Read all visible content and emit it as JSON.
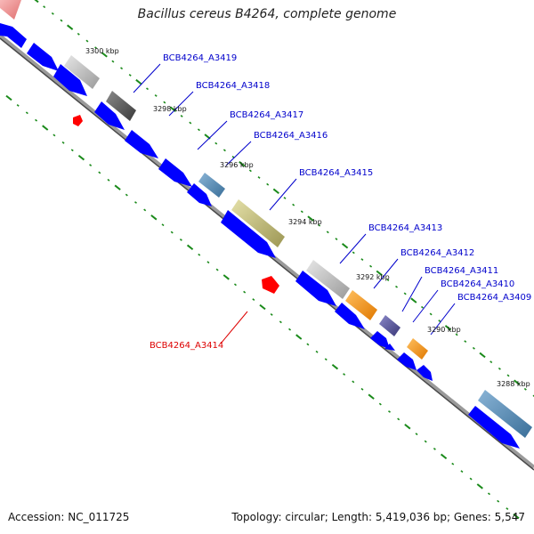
{
  "title": "Bacillus cereus B4264, complete genome",
  "footer": {
    "accession": "Accession: NC_011725",
    "topology": "Topology: circular; Length: 5,419,036 bp; Genes: 5,547"
  },
  "colors": {
    "backbone": "#808080",
    "cds": "#0000ff",
    "gc_tick": "#1a8a1a",
    "label": "#0000cc",
    "highlight_label": "#dd0000",
    "highlight_gene": "#ff0000"
  },
  "kbp_ticks": [
    "3300 kbp",
    "3298 kbp",
    "3296 kbp",
    "3294 kbp",
    "3292 kbp",
    "3290 kbp",
    "3288 kbp"
  ],
  "gene_labels": [
    {
      "text": "BCB4264_A3419",
      "color": "#0000cc"
    },
    {
      "text": "BCB4264_A3418",
      "color": "#0000cc"
    },
    {
      "text": "BCB4264_A3417",
      "color": "#0000cc"
    },
    {
      "text": "BCB4264_A3416",
      "color": "#0000cc"
    },
    {
      "text": "BCB4264_A3415",
      "color": "#0000cc"
    },
    {
      "text": "BCB4264_A3413",
      "color": "#0000cc"
    },
    {
      "text": "BCB4264_A3412",
      "color": "#0000cc"
    },
    {
      "text": "BCB4264_A3411",
      "color": "#0000cc"
    },
    {
      "text": "BCB4264_A3410",
      "color": "#0000cc"
    },
    {
      "text": "BCB4264_A3409",
      "color": "#0000cc"
    },
    {
      "text": "BCB4264_A3414",
      "color": "#dd0000"
    }
  ]
}
